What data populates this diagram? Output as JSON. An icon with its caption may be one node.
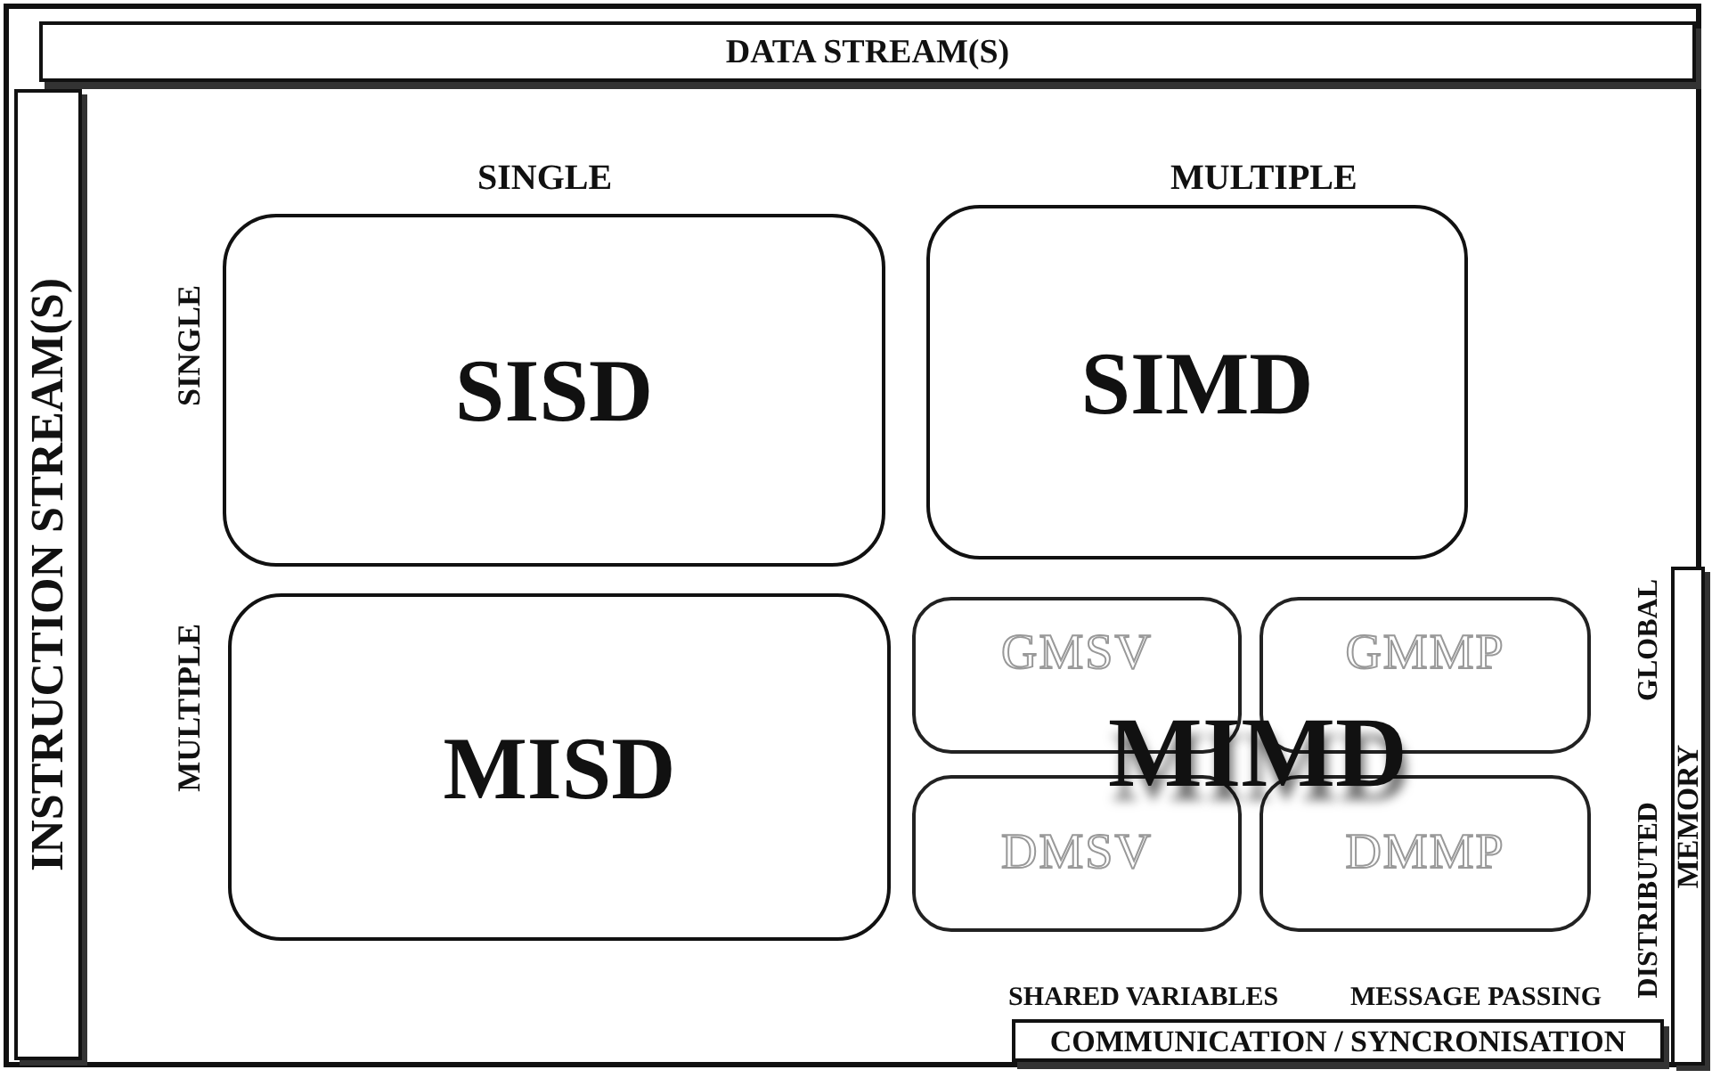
{
  "diagram": {
    "nodes": [
      {
        "text": [
          "DATA STREAM(S)"
        ]
      },
      {
        "text": [
          "INSTRUCTION STREAM(S)"
        ]
      },
      {
        "text": [
          "SISD"
        ]
      },
      {
        "text": [
          "SIMD"
        ]
      },
      {
        "text": [
          "MISD"
        ]
      },
      {
        "text": [
          "GMSV"
        ]
      },
      {
        "text": [
          "GMMP"
        ]
      },
      {
        "text": [
          "DMSV"
        ]
      },
      {
        "text": [
          "DMMP"
        ]
      },
      {
        "text": [
          "MEMORY"
        ]
      },
      {
        "text": [
          "COMMUNICATION / SYNCRONISATION"
        ]
      }
    ],
    "labels": [
      "SINGLE",
      "MULTIPLE",
      "SINGLE",
      "MULTIPLE",
      "MIMD",
      "GLOBAL",
      "DISTRIBUTED",
      "SHARED VARIABLES",
      "MESSAGE PASSING"
    ]
  }
}
